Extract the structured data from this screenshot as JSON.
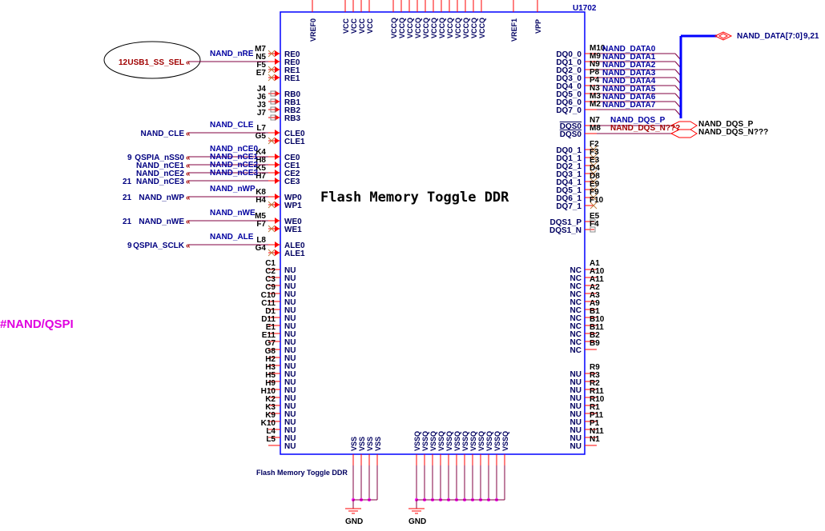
{
  "component": {
    "ref": "U1702",
    "title": "Flash Memory Toggle DDR",
    "footer": "Flash Memory Toggle DDR"
  },
  "sheet_tag": "#NAND/QSPI",
  "left_pins": [
    {
      "pin": "M7",
      "name": "RE0"
    },
    {
      "pin": "N5",
      "name": "RE0"
    },
    {
      "pin": "F5",
      "name": "RE1"
    },
    {
      "pin": "E7",
      "name": "RE1"
    },
    {
      "pin": "J4",
      "name": "RB0"
    },
    {
      "pin": "J6",
      "name": "RB1"
    },
    {
      "pin": "J3",
      "name": "RB2"
    },
    {
      "pin": "J7",
      "name": "RB3"
    },
    {
      "pin": "L7",
      "name": "CLE0"
    },
    {
      "pin": "G5",
      "name": "CLE1"
    },
    {
      "pin": "K4",
      "name": "CE0"
    },
    {
      "pin": "H8",
      "name": "CE1"
    },
    {
      "pin": "K5",
      "name": "CE2"
    },
    {
      "pin": "H7",
      "name": "CE3"
    },
    {
      "pin": "K8",
      "name": "WP0"
    },
    {
      "pin": "H4",
      "name": "WP1"
    },
    {
      "pin": "M5",
      "name": "WE0"
    },
    {
      "pin": "F7",
      "name": "WE1"
    },
    {
      "pin": "L8",
      "name": "ALE0"
    },
    {
      "pin": "G4",
      "name": "ALE1"
    }
  ],
  "left_connections": [
    {
      "sheet": "12",
      "port": "USB1_SS_SEL",
      "net": "NAND_nRE",
      "highlight": true
    },
    {
      "sheet": "",
      "port": "NAND_CLE",
      "net": "NAND_CLE"
    },
    {
      "sheet": "9",
      "port": "QSPIA_nSS0",
      "net": "NAND_nCE0"
    },
    {
      "sheet": "",
      "port": "NAND_nCE1",
      "net": "NAND_nCE1"
    },
    {
      "sheet": "",
      "port": "NAND_nCE2",
      "net": "NAND_nCE2"
    },
    {
      "sheet": "21",
      "port": "NAND_nCE3",
      "net": "NAND_nCE3"
    },
    {
      "sheet": "21",
      "port": "NAND_nWP",
      "net": "NAND_nWP"
    },
    {
      "sheet": "21",
      "port": "NAND_nWE",
      "net": "NAND_nWE"
    },
    {
      "sheet": "9",
      "port": "QSPIA_SCLK",
      "net": "NAND_ALE"
    }
  ],
  "nu_left_pins": [
    "C1",
    "C2",
    "C3",
    "C9",
    "C10",
    "C11",
    "D1",
    "D11",
    "E1",
    "E11",
    "G7",
    "G8",
    "H2",
    "H3",
    "H5",
    "H9",
    "H10",
    "K2",
    "K3",
    "K9",
    "K10",
    "L4",
    "L5"
  ],
  "nu_label": "NU",
  "nc_label": "NC",
  "right_data_pins": [
    {
      "pin": "M10",
      "name": "DQ0_0",
      "net": "NAND_DATA0"
    },
    {
      "pin": "M9",
      "name": "DQ1_0",
      "net": "NAND_DATA1"
    },
    {
      "pin": "N9",
      "name": "DQ2_0",
      "net": "NAND_DATA2"
    },
    {
      "pin": "P8",
      "name": "DQ3_0",
      "net": "NAND_DATA3"
    },
    {
      "pin": "P4",
      "name": "DQ4_0",
      "net": "NAND_DATA4"
    },
    {
      "pin": "N3",
      "name": "DQ5_0",
      "net": "NAND_DATA5"
    },
    {
      "pin": "M3",
      "name": "DQ6_0",
      "net": "NAND_DATA6"
    },
    {
      "pin": "M2",
      "name": "DQ7_0",
      "net": "NAND_DATA7"
    }
  ],
  "bus": {
    "label": "NAND_DATA[7:0]",
    "sheets": "9,21"
  },
  "dqs0": [
    {
      "pin": "N7",
      "name": "DQS0",
      "net": "NAND_DQS_P",
      "port": "NAND_DQS_P"
    },
    {
      "pin": "M8",
      "name": "DQS0",
      "net": "NAND_DQS_N???",
      "port": "NAND_DQS_N???"
    }
  ],
  "right_ch1_pins": [
    {
      "pin": "F2",
      "name": "DQ0_1"
    },
    {
      "pin": "F3",
      "name": "DQ1_1"
    },
    {
      "pin": "E3",
      "name": "DQ2_1"
    },
    {
      "pin": "D4",
      "name": "DQ3_1"
    },
    {
      "pin": "D8",
      "name": "DQ4_1"
    },
    {
      "pin": "E9",
      "name": "DQ5_1"
    },
    {
      "pin": "F9",
      "name": "DQ6_1"
    },
    {
      "pin": "F10",
      "name": "DQ7_1"
    },
    {
      "pin": "E5",
      "name": "DQS1_P"
    },
    {
      "pin": "F4",
      "name": "DQS1_N"
    }
  ],
  "nc_right_pins": [
    "A1",
    "A10",
    "A11",
    "A2",
    "A3",
    "A9",
    "B1",
    "B10",
    "B11",
    "B2",
    "B9"
  ],
  "nu_right_pins": [
    "R9",
    "R3",
    "R2",
    "R11",
    "R10",
    "R1",
    "P11",
    "P1",
    "N11",
    "N1"
  ],
  "top_pins": {
    "vref0": "VREF0",
    "vcc": "VCC",
    "vccq": "VCCQ",
    "vref1": "VREF1",
    "vpp": "VPP"
  },
  "bottom_pins": {
    "vss": "VSS",
    "vssq": "VSSQ"
  },
  "gnd_label": "GND",
  "colors": {
    "body": "#0000ff",
    "pin": "#ff0000",
    "wire": "#800040",
    "bus": "#0000ff",
    "junction": "#ff00ff",
    "tag": "#e000e0"
  }
}
